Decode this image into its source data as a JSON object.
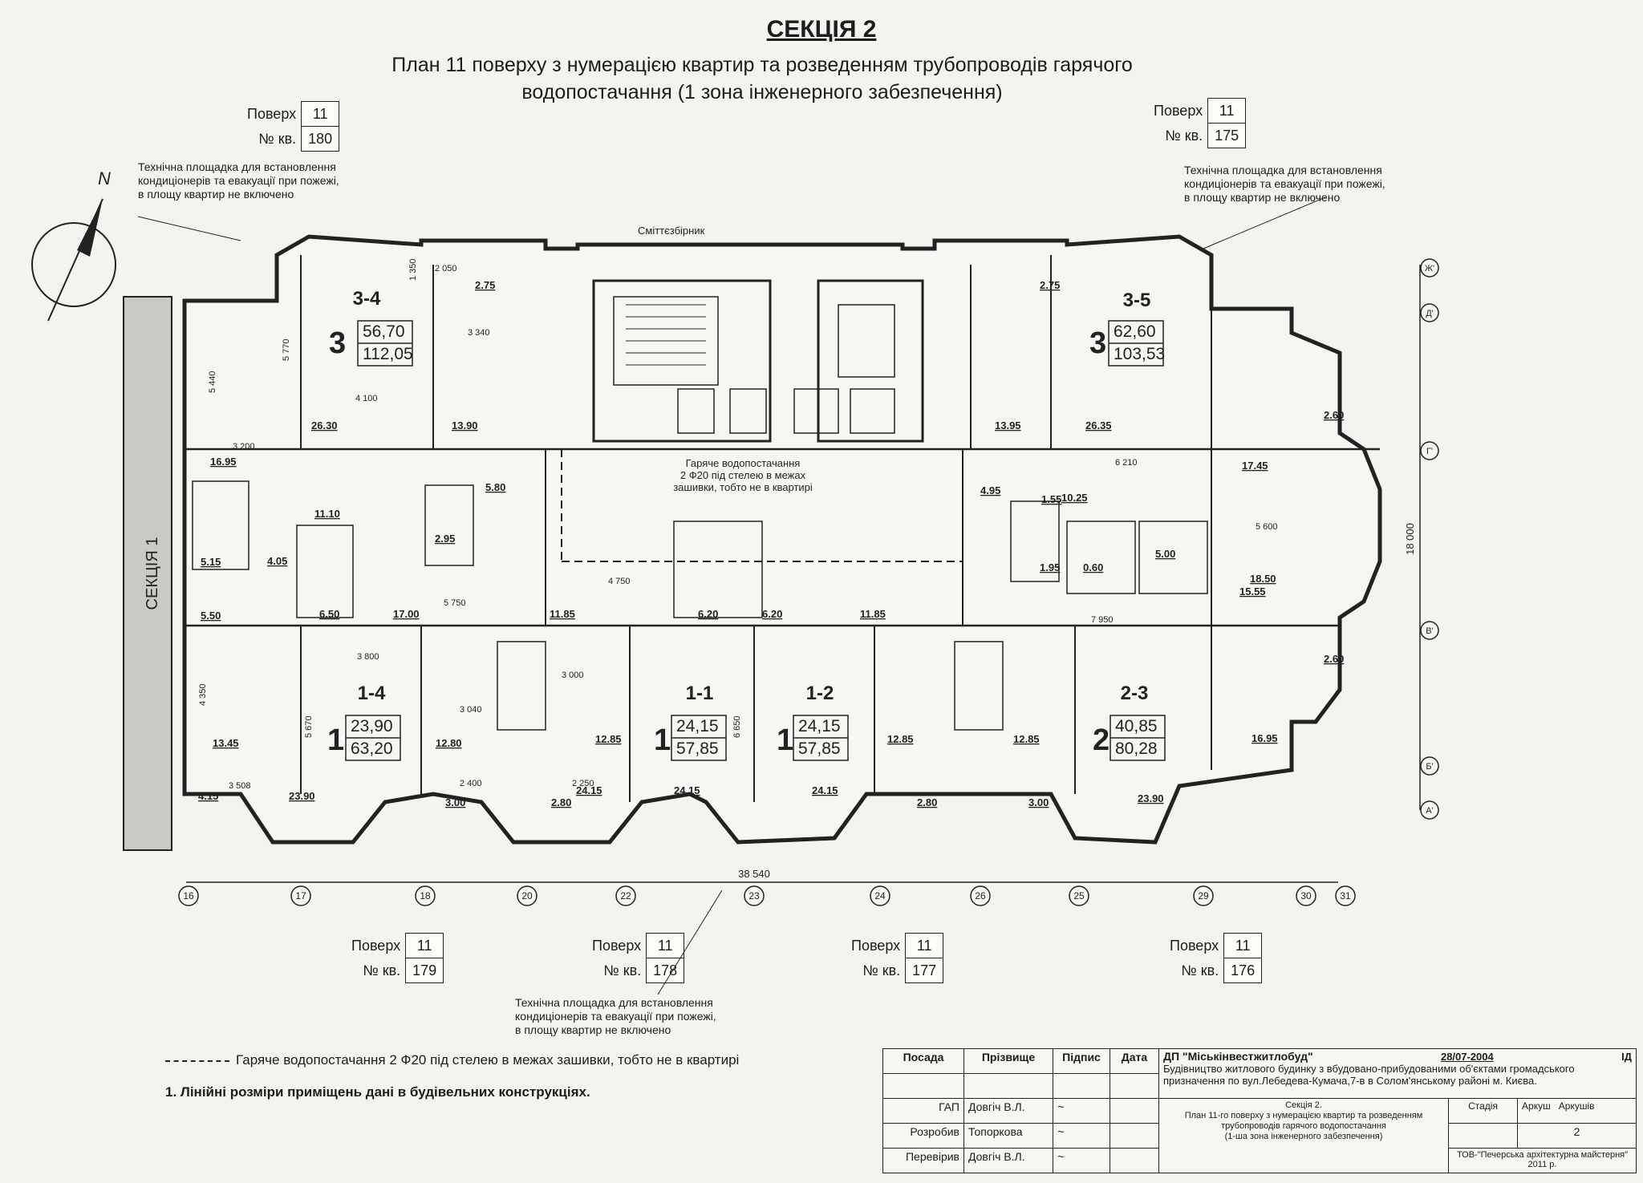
{
  "header": {
    "section_title": "СЕКЦІЯ 2",
    "subtitle_line1": "План 11 поверху з нумерацією квартир та розведенням трубопроводів гарячого",
    "subtitle_line2": "водопостачання (1 зона інженерного забезпечення)"
  },
  "apartment_labels": [
    {
      "floor_label": "Поверх",
      "floor": "11",
      "apt_label": "№ кв.",
      "apt": "180"
    },
    {
      "floor_label": "Поверх",
      "floor": "11",
      "apt_label": "№ кв.",
      "apt": "175"
    },
    {
      "floor_label": "Поверх",
      "floor": "11",
      "apt_label": "№ кв.",
      "apt": "179"
    },
    {
      "floor_label": "Поверх",
      "floor": "11",
      "apt_label": "№ кв.",
      "apt": "178"
    },
    {
      "floor_label": "Поверх",
      "floor": "11",
      "apt_label": "№ кв.",
      "apt": "177"
    },
    {
      "floor_label": "Поверх",
      "floor": "11",
      "apt_label": "№ кв.",
      "apt": "176"
    }
  ],
  "tech_note": {
    "line1": "Технічна площадка для встановлення",
    "line2": "кондиціонерів та евакуації при пожежі,",
    "line3": "в площу квартир не включено"
  },
  "compass_label": "N",
  "adjacent_section": "СЕКЦІЯ 1",
  "garbage_chute": "Сміттєзбірник",
  "hot_water_note": {
    "line1": "Гаряче водопостачання",
    "line2": "2 Ф20 під стелею в межах",
    "line3": "зашивки, тобто не в квартирі"
  },
  "apartments": [
    {
      "code": "3-4",
      "rooms": "3",
      "living": "56,70",
      "total": "112,05"
    },
    {
      "code": "3-5",
      "rooms": "3",
      "living": "62,60",
      "total": "103,53"
    },
    {
      "code": "1-4",
      "rooms": "1",
      "living": "23,90",
      "total": "63,20"
    },
    {
      "code": "1-1",
      "rooms": "1",
      "living": "24,15",
      "total": "57,85"
    },
    {
      "code": "1-2",
      "rooms": "1",
      "living": "24,15",
      "total": "57,85"
    },
    {
      "code": "2-3",
      "rooms": "2",
      "living": "40,85",
      "total": "80,28"
    }
  ],
  "room_areas": [
    "26.30",
    "13.90",
    "2.75",
    "16.95",
    "11.10",
    "5.80",
    "2.95",
    "5.15",
    "4.05",
    "5.50",
    "6.50",
    "17.00",
    "11.85",
    "13.45",
    "12.80",
    "3.00",
    "2.80",
    "12.85",
    "24.15",
    "6.20",
    "6.20",
    "24.15",
    "11.85",
    "12.85",
    "2.80",
    "3.00",
    "12.85",
    "23.90",
    "13.95",
    "26.35",
    "2.75",
    "4.95",
    "10.25",
    "1.55",
    "1.95",
    "5.00",
    "0.60",
    "17.45",
    "2.60",
    "18.50",
    "15.55",
    "2.60",
    "16.95",
    "4.15",
    "23.90",
    "24.15"
  ],
  "dimensions": [
    "38 540",
    "18 000",
    "4 100",
    "3 200",
    "3 800",
    "4 750",
    "5 750",
    "5 440",
    "5 770",
    "3 340",
    "2 050",
    "1 350",
    "3 040",
    "2 400",
    "2 250",
    "3 000",
    "5 670",
    "6 650",
    "4 350",
    "3 508",
    "7 950",
    "6 210",
    "5 600"
  ],
  "axes_bottom": [
    "16",
    "17",
    "18",
    "20",
    "22",
    "23",
    "24",
    "26",
    "25",
    "29",
    "30",
    "31"
  ],
  "axes_right": [
    "Ж'",
    "Д'",
    "Г'",
    "В'",
    "Б'",
    "А'"
  ],
  "legend": {
    "dash_line": "Гаряче водопостачання 2 Ф20 під стелею в межах зашивки, тобто не в квартирі",
    "note1": "1. Лінійні розміри приміщень дані в будівельних конструкціях."
  },
  "stamp": {
    "headers": [
      "Посада",
      "Прізвище",
      "Підпис",
      "Дата"
    ],
    "rows": [
      {
        "role": "ГАП",
        "name": "Довгіч В.Л."
      },
      {
        "role": "Розробив",
        "name": "Топоркова"
      },
      {
        "role": "Перевірив",
        "name": "Довгіч В.Л."
      }
    ],
    "org": "ДП \"Міськінвестжитлобуд\"",
    "date": "28/07-2004",
    "id_label": "ІД",
    "project": "Будівництво житлового будинку з вбудовано-прибудованими об'єктами громадського призначення по вул.Лебедева-Кумача,7-в в Солом'янському районі м. Києва.",
    "sheet_title1": "Секція 2.",
    "sheet_title2": "План 11-го поверху з нумерацією квартир та розведенням трубопроводів гарячого водопостачання",
    "sheet_title3": "(1-ша зона інженерного забезпечення)",
    "stage_label": "Стадія",
    "sheet_label": "Аркуш",
    "sheets_label": "Аркушів",
    "sheet_no": "2",
    "firm": "ТОВ-\"Печерська архітектурна майстерня\" 2011 р."
  }
}
